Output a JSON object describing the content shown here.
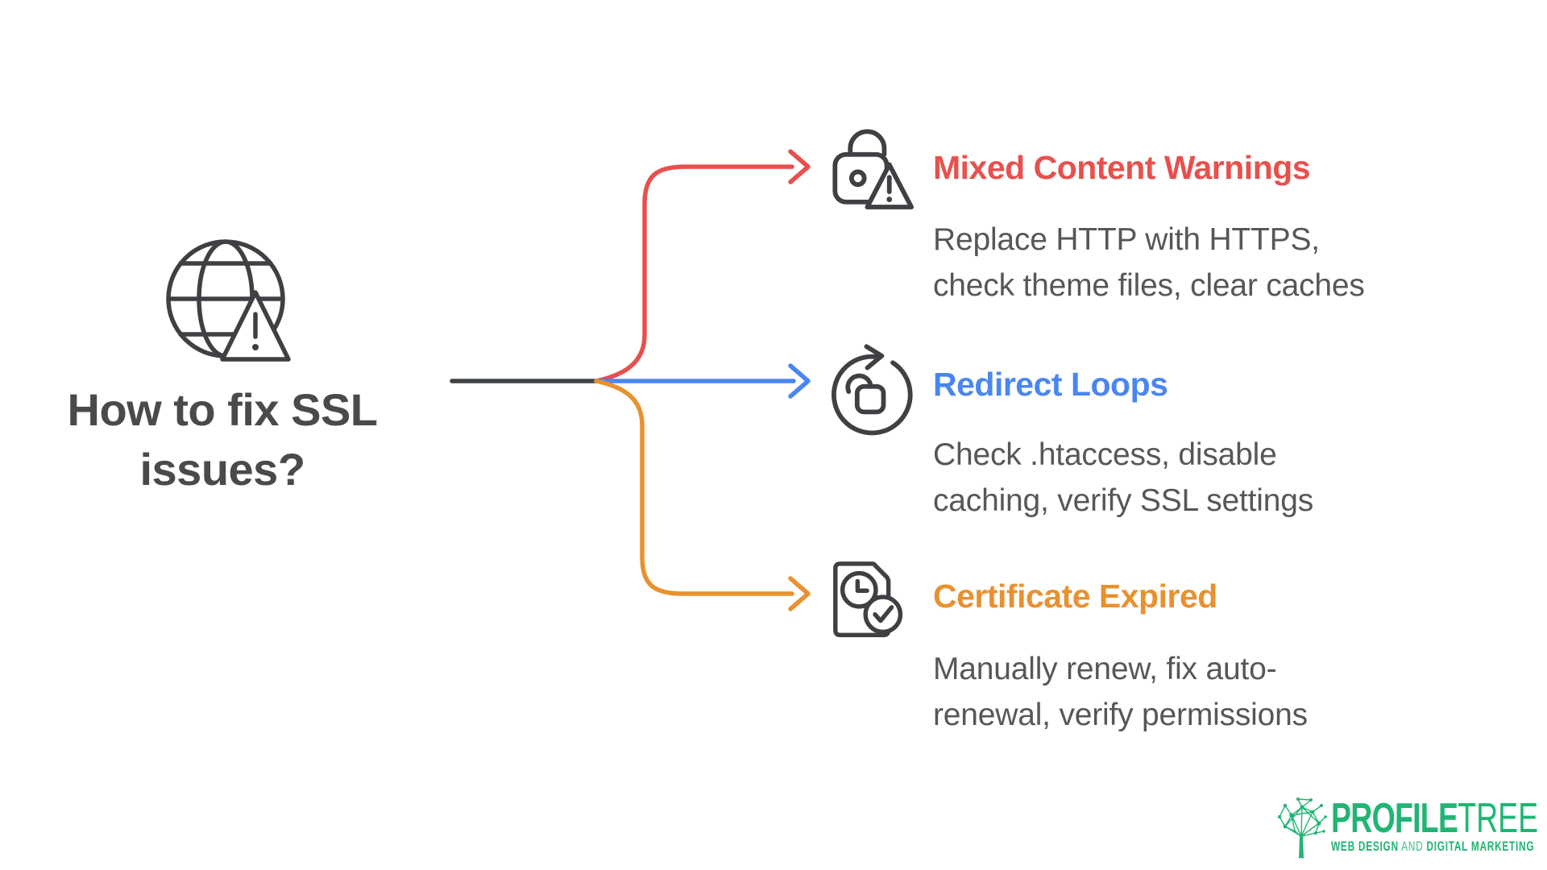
{
  "title": {
    "lines": [
      "How to fix SSL",
      "issues?"
    ]
  },
  "branches": [
    {
      "label": "Mixed Content Warnings",
      "description_lines": [
        "Replace HTTP with HTTPS,",
        "check theme files, clear caches"
      ],
      "color": "#e8504d",
      "icon": "lock-warning-icon"
    },
    {
      "label": "Redirect Loops",
      "description_lines": [
        "Check .htaccess, disable",
        "caching, verify SSL settings"
      ],
      "color": "#4a86f2",
      "icon": "refresh-unlock-icon"
    },
    {
      "label": "Certificate Expired",
      "description_lines": [
        "Manually renew, fix auto-",
        "renewal, verify permissions"
      ],
      "color": "#e8912f",
      "icon": "document-clock-check-icon"
    }
  ],
  "center_icon": "globe-warning-icon",
  "logo": {
    "brand_part1": "PROFILE",
    "brand_part2": "TREE",
    "tagline_bold1": "WEB DESIGN",
    "tagline_light": "AND",
    "tagline_bold2": "DIGITAL MARKETING",
    "color": "#21b573"
  },
  "colors": {
    "background": "#ffffff",
    "title-text": "#4a4a4b",
    "body-text": "#55575a",
    "icon-stroke": "#3f4043",
    "trunk-line": "#3f4245",
    "branch-red": "#e8504d",
    "branch-blue": "#4a86f2",
    "branch-orange": "#e8912f",
    "brand-green": "#21b573"
  }
}
